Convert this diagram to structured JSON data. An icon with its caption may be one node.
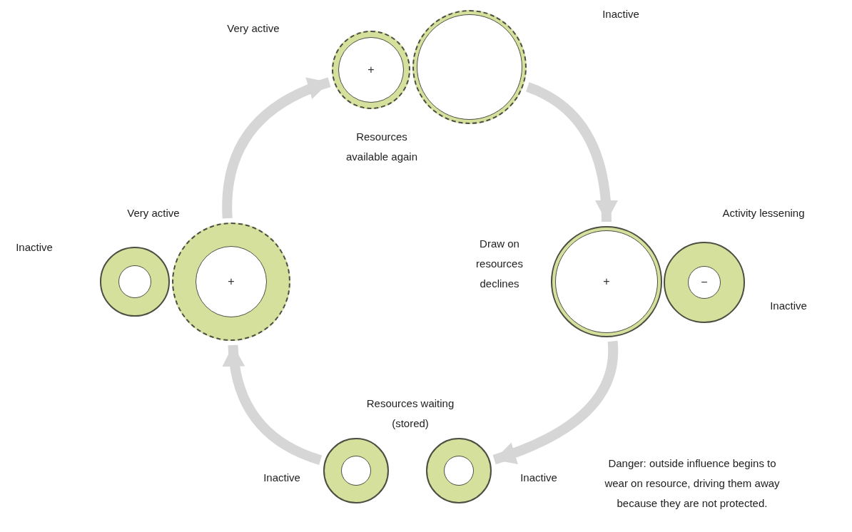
{
  "diagram": {
    "nodes": [
      {
        "text": [
          "+"
        ]
      },
      {
        "text": [],
        "shape": "circle"
      },
      {
        "text": [],
        "shape": "circle"
      },
      {
        "text": [
          "+"
        ],
        "beside": [
          "Very active"
        ]
      },
      {
        "text": [
          "+"
        ],
        "beside": [
          "Draw on resources declines"
        ]
      },
      {
        "text": [
          "−"
        ],
        "beside": [
          "Activity lessening",
          "Inactive"
        ]
      },
      {
        "text": [],
        "shape": "circle",
        "beside": [
          "Resources waiting (stored)",
          "Inactive"
        ]
      },
      {
        "text": [],
        "shape": "circle",
        "beside": [
          "Inactive"
        ]
      }
    ],
    "edges": [
      {
        "from": 1,
        "to": 4,
        "arrow": "to"
      },
      {
        "from": 4,
        "to": 7,
        "arrow": "to"
      },
      {
        "from": 6,
        "to": 3,
        "arrow": "to"
      },
      {
        "from": 3,
        "to": 0,
        "arrow": "to"
      }
    ],
    "labels": [
      "Very active",
      "Inactive",
      "Resources available again",
      "Inactive",
      "Danger: outside influence begins to wear on resource, driving them away because they are not protected."
    ]
  }
}
